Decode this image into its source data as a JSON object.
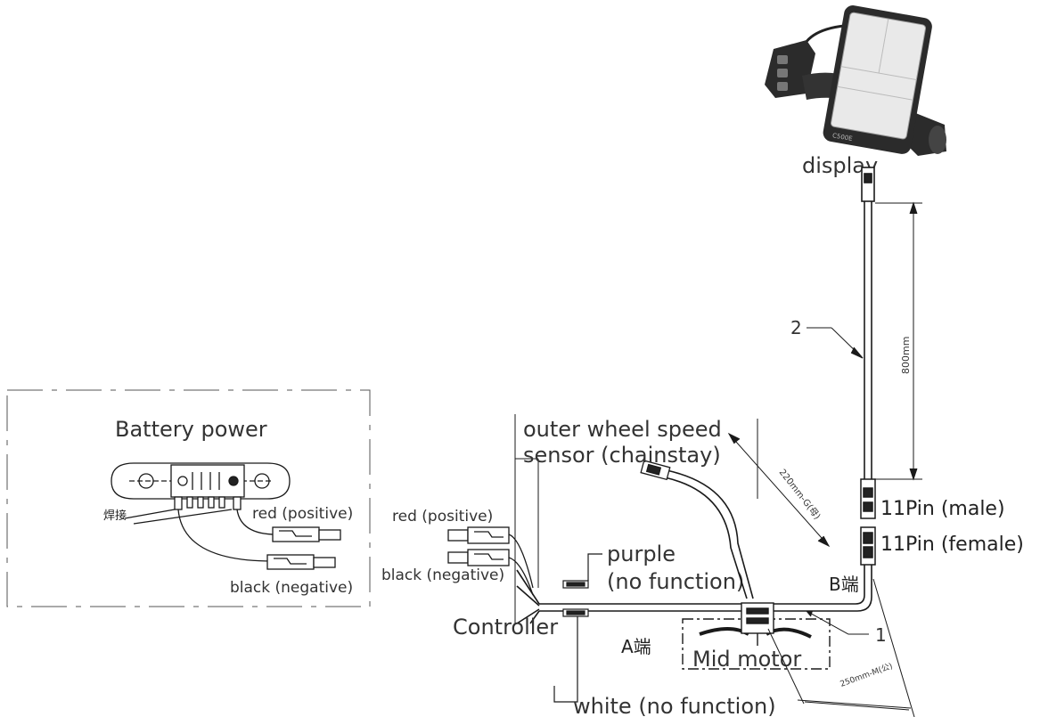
{
  "labels": {
    "display": "display",
    "battery_power": "Battery power",
    "battery_red": "red (positive)",
    "battery_black": "black (negative)",
    "battery_cjk": "焊接",
    "controller_red": "red (positive)",
    "controller_black": "black (negative)",
    "controller": "Controller",
    "purple": "purple",
    "no_function": "(no function)",
    "white": "white (no function)",
    "outer_wheel_1": "outer wheel speed",
    "outer_wheel_2": "sensor (chainstay)",
    "mid_motor": "Mid motor",
    "pin_male": "11Pin  (male)",
    "pin_female": "11Pin (female)",
    "end_a": "A端",
    "end_b": "B端",
    "callout_1": "1",
    "callout_2": "2",
    "dim_800": "800mm",
    "dim_220": "220mm-G(母)",
    "dim_250": "250mm-M(公)",
    "display_logo": "C500E"
  },
  "colors": {
    "line": "#1a1a1a",
    "text": "#333333",
    "display_body": "#2b2b2b",
    "display_screen": "#e9e9e9"
  }
}
